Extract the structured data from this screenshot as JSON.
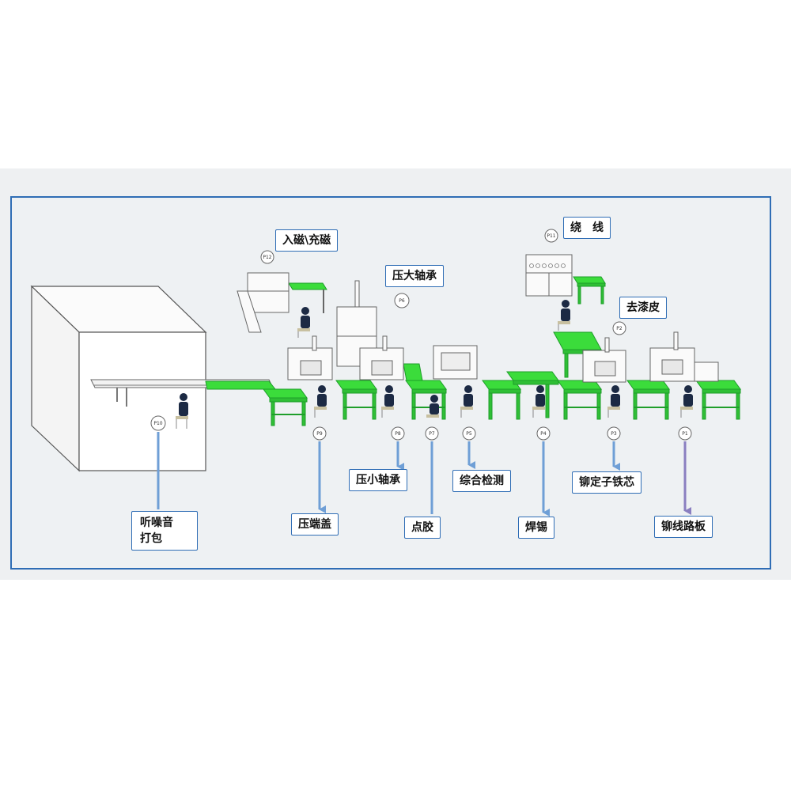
{
  "colors": {
    "frame": "#2f6db5",
    "arrow": "#6f9fd6",
    "arrow_p1": "#8a7fc0",
    "bench_green": "#3bdc3b",
    "bench_dark": "#1e9e2a"
  },
  "stations": {
    "p1": {
      "tag": "P1",
      "label": "铆线路板"
    },
    "p2": {
      "tag": "P2",
      "label": "去漆皮"
    },
    "p3": {
      "tag": "P3",
      "label": "铆定子铁芯"
    },
    "p4": {
      "tag": "P4",
      "label": "焊锡"
    },
    "p5": {
      "tag": "P5",
      "label": "综合检测"
    },
    "p6": {
      "tag": "P6",
      "label": "压大轴承"
    },
    "p7": {
      "tag": "P7",
      "label": "点胶"
    },
    "p8": {
      "tag": "P8",
      "label": "压小轴承"
    },
    "p9": {
      "tag": "P9",
      "label": "压端盖"
    },
    "p10": {
      "tag": "P10",
      "label_line1": "听噪音",
      "label_line2": "打包"
    },
    "p11": {
      "tag": "P11",
      "label": "绕　线"
    },
    "p12": {
      "tag": "P12",
      "label": "入磁\\充磁"
    }
  }
}
